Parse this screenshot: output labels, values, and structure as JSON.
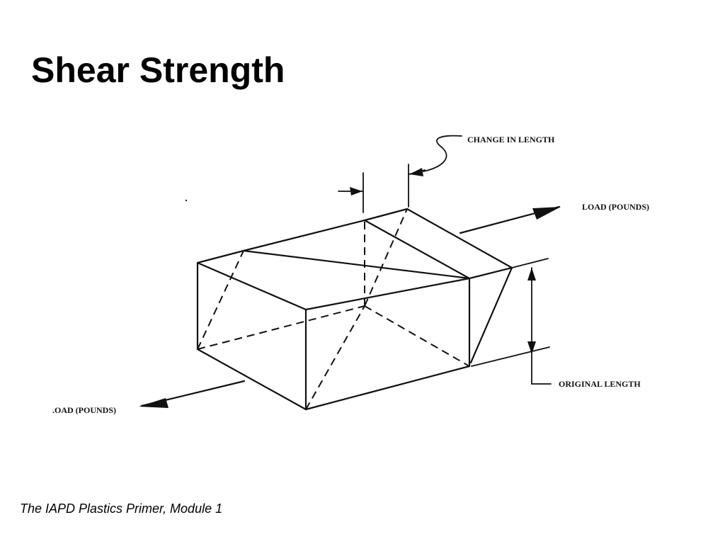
{
  "slide": {
    "title": "Shear Strength",
    "footer": "The IAPD Plastics Primer, Module 1"
  },
  "diagram": {
    "labels": {
      "change_in_length": "CHANGE IN LENGTH",
      "load_right": "LOAD (POUNDS)",
      "load_left": ".OAD (POUNDS)",
      "original_length": "ORIGINAL LENGTH"
    }
  }
}
